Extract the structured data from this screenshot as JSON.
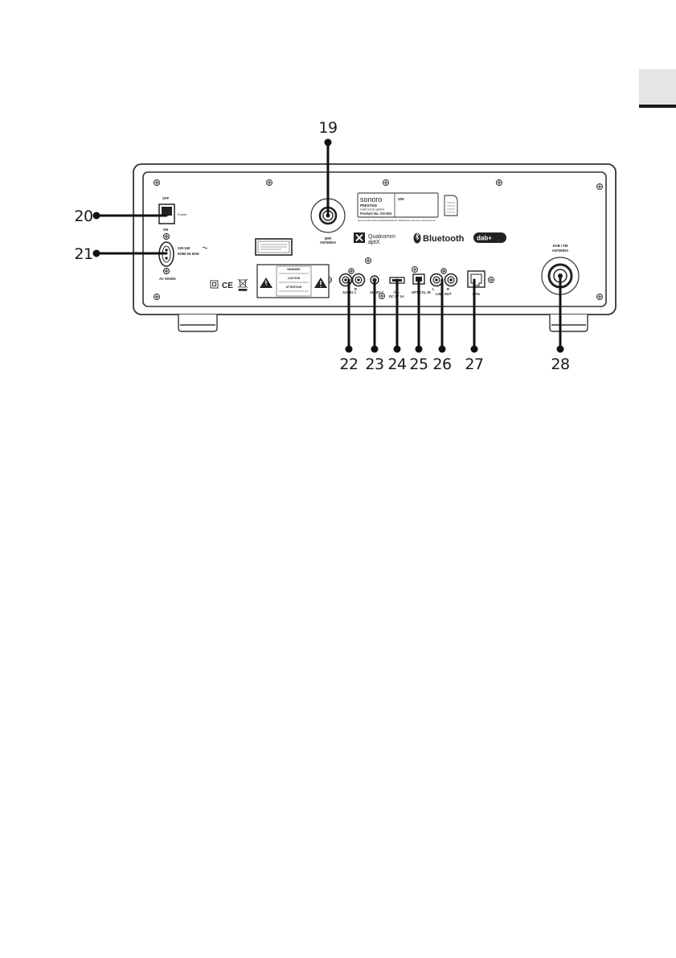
{
  "callouts": [
    {
      "id": "19",
      "label": "19"
    },
    {
      "id": "20",
      "label": "20"
    },
    {
      "id": "21",
      "label": "21"
    },
    {
      "id": "22",
      "label": "22"
    },
    {
      "id": "23",
      "label": "23"
    },
    {
      "id": "24",
      "label": "24"
    },
    {
      "id": "25",
      "label": "25"
    },
    {
      "id": "26",
      "label": "26"
    },
    {
      "id": "27",
      "label": "27"
    },
    {
      "id": "28",
      "label": "28"
    }
  ],
  "panel": {
    "switch_off": "OFF",
    "switch_on": "ON",
    "switch_label": "Power",
    "voltage": "220-240",
    "frequency": "50/60 Hz 60W",
    "ac_mains": "AC MAINS",
    "wifi_antenna_1": "WIFI",
    "wifi_antenna_2": "ANTENNA",
    "dab_antenna_1": "DAB / FM",
    "dab_antenna_2": "ANTENNA",
    "brand": "sonoro",
    "product_name": "PRESTIGE",
    "product_line": "smart music system",
    "product_no": "Product No. SO-910",
    "sn": "S/N:",
    "address": "Sonoro audio GmbH, Nordstrandstraße 31, 41064 Neuss, Germany, www.sonoro.de",
    "bluetooth": "Bluetooth",
    "qualcomm_1": "Qualcomm",
    "qualcomm_2": "aptX",
    "dab_logo": "dab+",
    "warning_1": "WARNING",
    "warning_2": "CAUTION",
    "warning_3": "ATTENTION",
    "ce_mark": "CE",
    "aux1": "AUDIO 1",
    "aux2": "AUDIO 2",
    "usb": "DC 5V 1A",
    "optical": "OPTICAL IN",
    "lineout": "LINE OUT",
    "lan": "LAN",
    "ch_l": "L",
    "ch_r": "R"
  },
  "colors": {
    "ink": "#1a1a1a",
    "panel_outline": "#444444",
    "tab": "#e5e5e5"
  }
}
